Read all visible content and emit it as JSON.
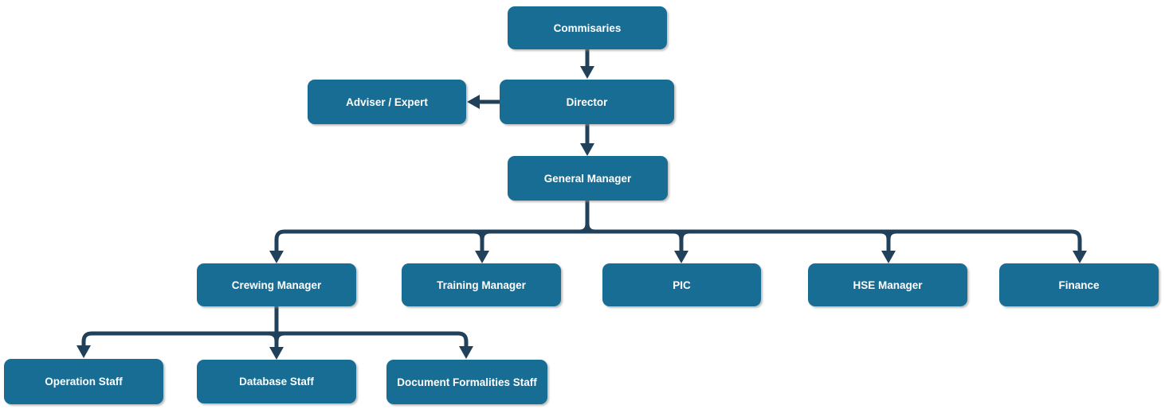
{
  "diagram": {
    "type": "org-chart",
    "nodes": {
      "commisaries": {
        "label": "Commisaries"
      },
      "adviser_expert": {
        "label": "Adviser / Expert"
      },
      "director": {
        "label": "Director"
      },
      "general_manager": {
        "label": "General Manager"
      },
      "crewing_manager": {
        "label": "Crewing Manager"
      },
      "training_manager": {
        "label": "Training Manager"
      },
      "pic": {
        "label": "PIC"
      },
      "hse_manager": {
        "label": "HSE Manager"
      },
      "finance": {
        "label": "Finance"
      },
      "operation_staff": {
        "label": "Operation Staff"
      },
      "database_staff": {
        "label": "Database Staff"
      },
      "document_formalities_staff": {
        "label": "Document Formalities Staff"
      }
    },
    "edges": [
      {
        "from": "commisaries",
        "to": "director"
      },
      {
        "from": "director",
        "to": "adviser_expert"
      },
      {
        "from": "director",
        "to": "general_manager"
      },
      {
        "from": "general_manager",
        "to": "crewing_manager"
      },
      {
        "from": "general_manager",
        "to": "training_manager"
      },
      {
        "from": "general_manager",
        "to": "pic"
      },
      {
        "from": "general_manager",
        "to": "hse_manager"
      },
      {
        "from": "general_manager",
        "to": "finance"
      },
      {
        "from": "crewing_manager",
        "to": "operation_staff"
      },
      {
        "from": "crewing_manager",
        "to": "database_staff"
      },
      {
        "from": "crewing_manager",
        "to": "document_formalities_staff"
      }
    ],
    "theme": {
      "node_fill": "#186d94",
      "node_text": "#ffffff",
      "connector": "#21405a",
      "background": "#ffffff"
    }
  }
}
